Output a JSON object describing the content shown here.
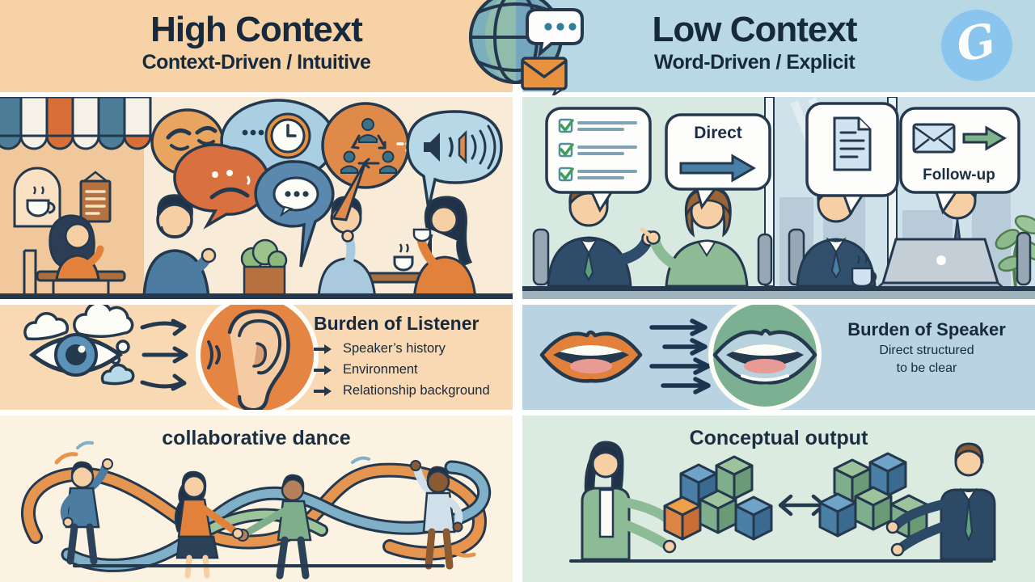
{
  "header": {
    "left": {
      "title": "High Context",
      "subtitle": "Context-Driven / Intuitive"
    },
    "right": {
      "title": "Low Context",
      "subtitle": "Word-Driven / Explicit"
    }
  },
  "logo": {
    "letter": "G"
  },
  "scene_right": {
    "direct_label": "Direct",
    "followup_label": "Follow-up"
  },
  "middle_left": {
    "title": "Burden of Listener",
    "items": [
      "Speaker’s history",
      "Environment",
      "Relationship background"
    ]
  },
  "middle_right": {
    "title": "Burden of Speaker",
    "line1": "Direct structured",
    "line2": "to be clear"
  },
  "bottom_left": {
    "title": "collaborative dance"
  },
  "bottom_right": {
    "title": "Conceptual output"
  },
  "icons": [
    "globe-icon",
    "chat-dots-icon",
    "envelope-icon",
    "logo-monogram",
    "eyes-icon",
    "sad-face-icon",
    "clock-icon",
    "speech-dots-icon",
    "people-network-icon",
    "speaker-sound-icon",
    "checklist-icon",
    "direct-arrow-icon",
    "document-icon",
    "followup-envelope-icon",
    "eye-icon",
    "thought-cloud-icon",
    "ear-icon",
    "lips-icon",
    "double-arrow-icon",
    "cubes-icon"
  ],
  "colors": {
    "header_left_bg": "#f7d2a6",
    "header_right_bg": "#b9d8e6",
    "scene_left_bg": "#f8ecd9",
    "scene_right_bg": "#d8e9e1",
    "mid_left_bg": "#f8d9b4",
    "mid_right_bg": "#b9d3e2",
    "bottom_left_bg": "#fbf2e2",
    "bottom_right_bg": "#dcebe0",
    "navy": "#24384e",
    "orange": "#e2813c",
    "steel_blue": "#4a7fa5",
    "green": "#7cb093",
    "logo_blue": "#89c5ec"
  }
}
